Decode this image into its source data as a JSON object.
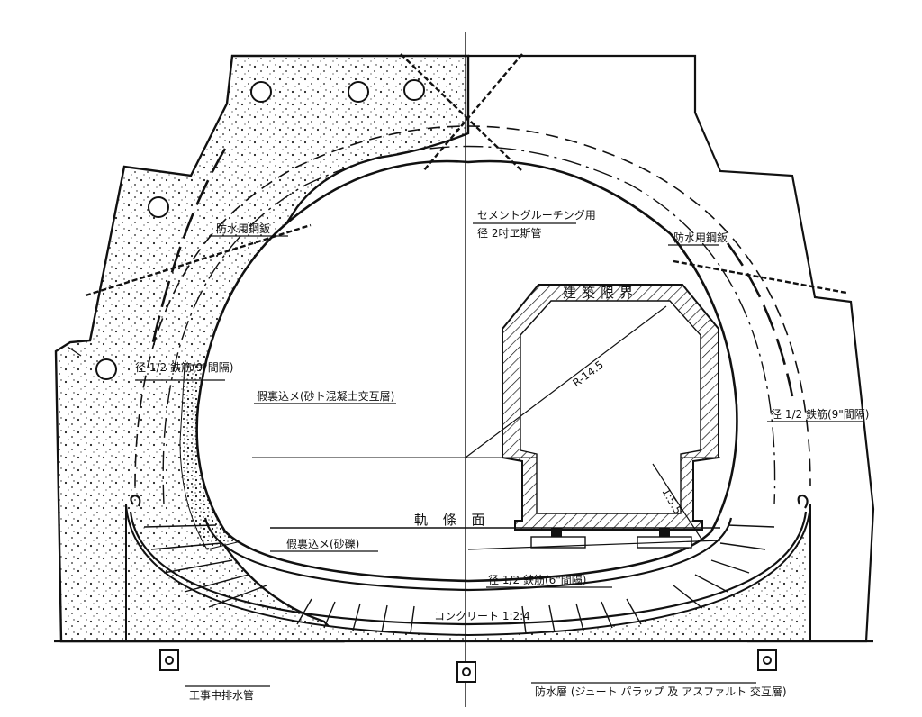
{
  "labels": {
    "waterproof_plate_left": "防水用鋼鈑",
    "waterproof_plate_right": "防水用鋼鈑",
    "grout_pipe_line1": "セメントグルーチング用",
    "grout_pipe_line2": "径 2吋ヱ斯管",
    "clearance": "建築限界",
    "radius": "R-14.5",
    "rebar_left": "径 1/2 鉄筋(9\"間隔)",
    "rebar_right": "径 1/2 鉄筋(9\"間隔)",
    "backfill_alt": "假裏込メ(砂ト混凝土交互層)",
    "rail_level": "軌 條 面",
    "backfill_gravel": "假裏込メ(砂礫)",
    "rebar_bottom": "径 1/2 鉄筋(6\"間隔)",
    "concrete": "コンクリート 1:2:4",
    "slope": "1:5.5",
    "drain_pipe": "工事中排水管",
    "waterproof_layer": "防水層 (ジュート パラップ 及 アスファルト 交互層)"
  }
}
